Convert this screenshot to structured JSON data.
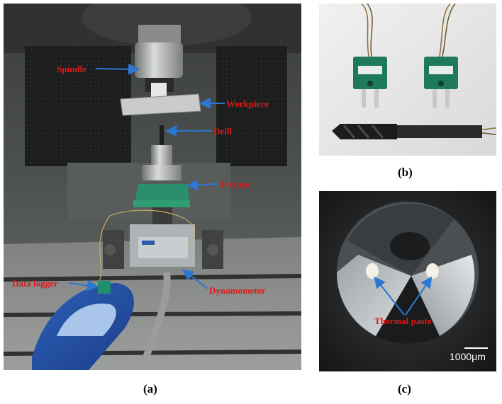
{
  "panel_a": {
    "caption": "(a)",
    "labels": {
      "spindle": "Spindle",
      "workpiece": "Workpiece",
      "drill": "Drill",
      "fixture": "Fixture",
      "dynamometer": "Dynamometer",
      "data_logger": "Data logger"
    }
  },
  "panel_b": {
    "caption": "(b)"
  },
  "panel_c": {
    "caption": "(c)",
    "labels": {
      "thermal_paste": "Thermal paste"
    },
    "scale_bar": "1000μm"
  },
  "colors": {
    "label_red": "#e01818",
    "arrow_blue": "#2a78d4"
  }
}
